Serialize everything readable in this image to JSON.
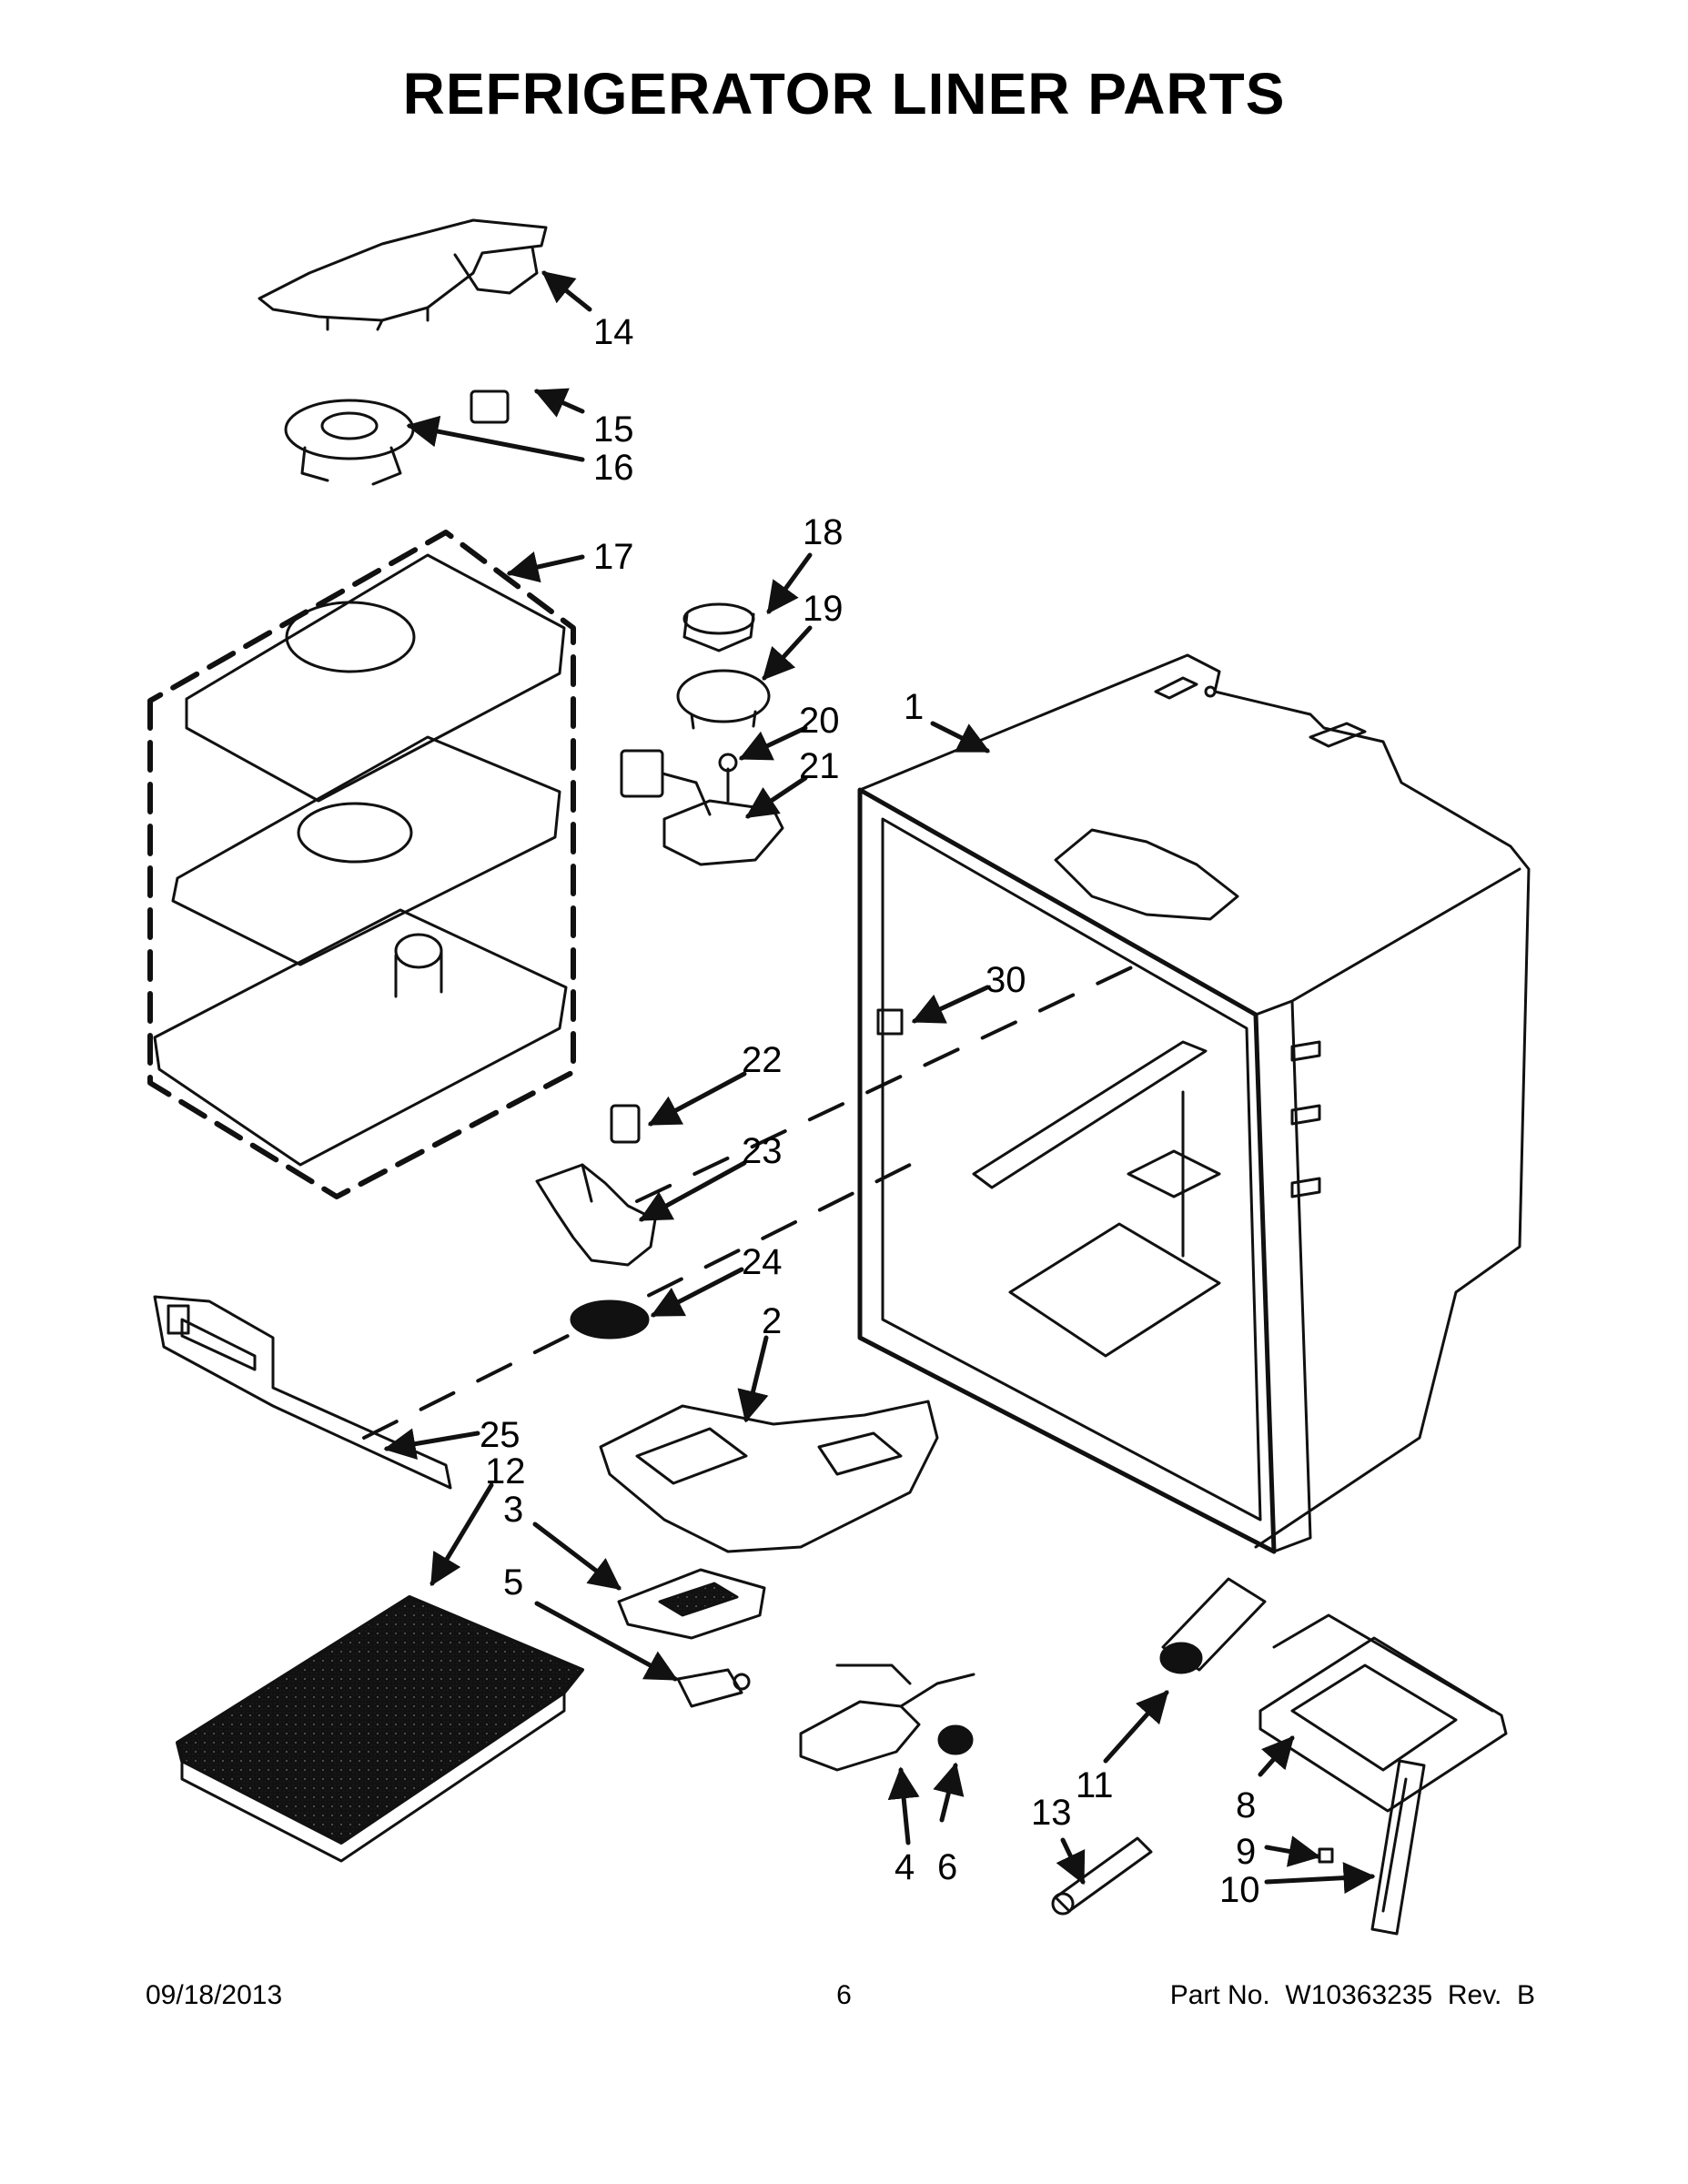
{
  "title": "REFRIGERATOR LINER PARTS",
  "callouts": [
    "1",
    "2",
    "3",
    "4",
    "5",
    "6",
    "8",
    "9",
    "10",
    "11",
    "12",
    "13",
    "14",
    "15",
    "16",
    "17",
    "18",
    "19",
    "20",
    "21",
    "22",
    "23",
    "24",
    "25",
    "30"
  ],
  "footer": {
    "date": "09/18/2013",
    "page": "6",
    "part": "Part No.  W10363235  Rev.  B"
  }
}
